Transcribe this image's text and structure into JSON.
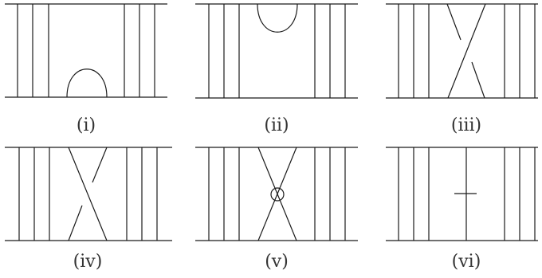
{
  "figure": {
    "panels": [
      {
        "id": "i",
        "label": "(i)",
        "kind": "cap-bottom"
      },
      {
        "id": "ii",
        "label": "(ii)",
        "kind": "cap-top"
      },
      {
        "id": "iii",
        "label": "(iii)",
        "kind": "crossing-over-under"
      },
      {
        "id": "iv",
        "label": "(iv)",
        "kind": "crossing-under-over"
      },
      {
        "id": "v",
        "label": "(v)",
        "kind": "virtual-crossing"
      },
      {
        "id": "vi",
        "label": "(vi)",
        "kind": "marked-strand"
      }
    ],
    "colors": {
      "line": "#1a1a1a",
      "label": "#333333",
      "background": "#ffffff"
    }
  }
}
